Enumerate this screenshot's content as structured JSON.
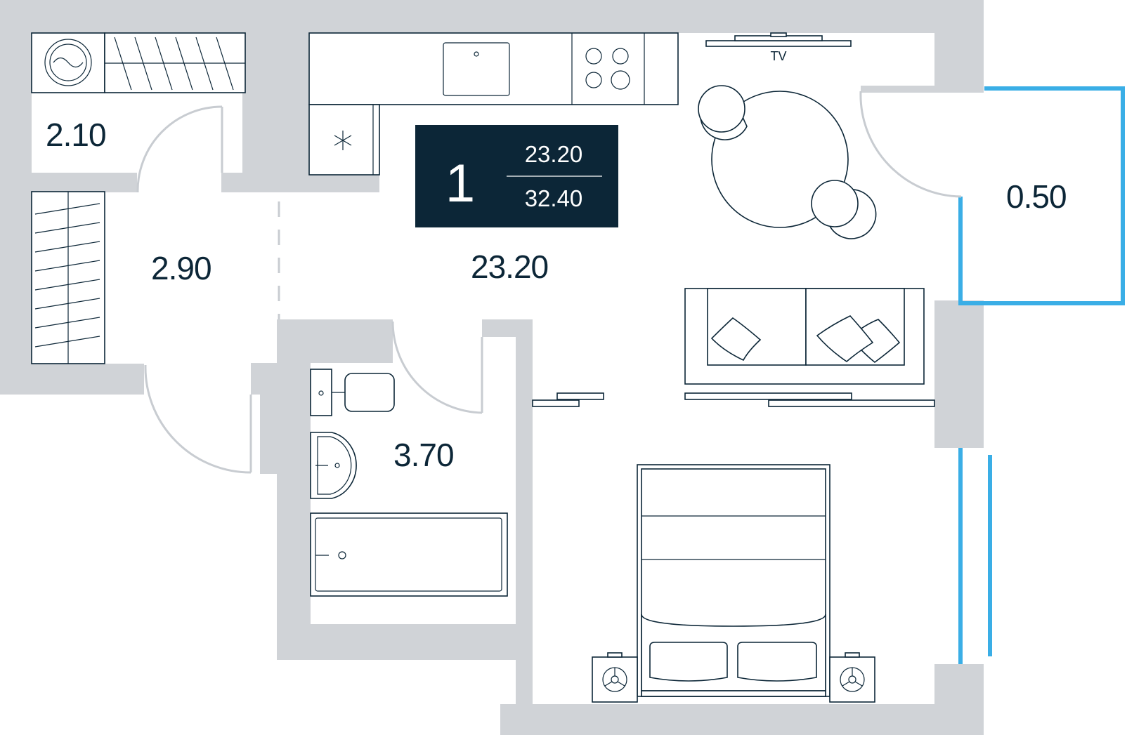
{
  "badge": {
    "rooms": "1",
    "living_area": "23.20",
    "total_area": "32.40",
    "background": "#0c2637"
  },
  "rooms": {
    "laundry_area": "2.10",
    "hall_area": "2.90",
    "living_area": "23.20",
    "bathroom_area": "3.70",
    "balcony_area": "0.50"
  },
  "labels": {
    "tv": "TV"
  },
  "colors": {
    "wall": "#d0d3d7",
    "line": "#0c2637",
    "window": "#3aaee6",
    "door": "#c8ccd1"
  },
  "icons": [
    "washing-machine-icon",
    "hob-icon",
    "fridge-icon",
    "sink-icon",
    "toilet-icon",
    "bathtub-icon",
    "bed-icon",
    "sofa-icon",
    "dining-table-icon",
    "tv-icon",
    "lamp-icon"
  ]
}
